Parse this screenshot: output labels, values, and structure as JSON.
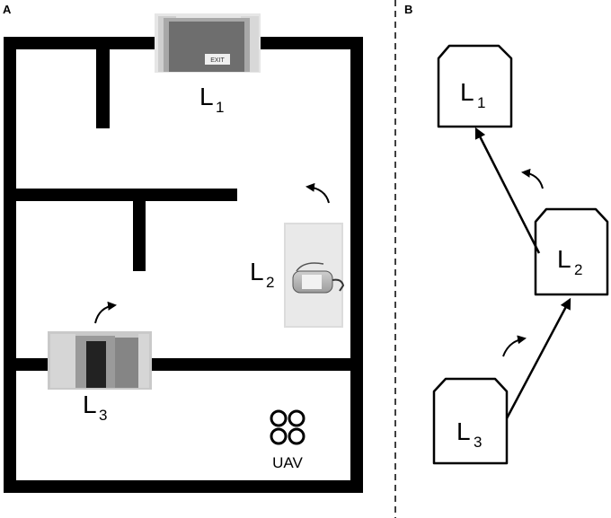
{
  "panels": {
    "a": {
      "letter": "A"
    },
    "b": {
      "letter": "B"
    }
  },
  "landmarks": [
    {
      "letter": "L",
      "sub": "1",
      "photo": "exit-door"
    },
    {
      "letter": "L",
      "sub": "2",
      "photo": "fire-extinguisher"
    },
    {
      "letter": "L",
      "sub": "3",
      "photo": "open-door"
    }
  ],
  "uav": {
    "label": "UAV",
    "icon": "quadrotor-icon"
  },
  "exit_sign": "EXIT",
  "colors": {
    "ink": "#000000",
    "photo_bg": "#bdbdbd",
    "door_frame": "#8a8a8a"
  }
}
